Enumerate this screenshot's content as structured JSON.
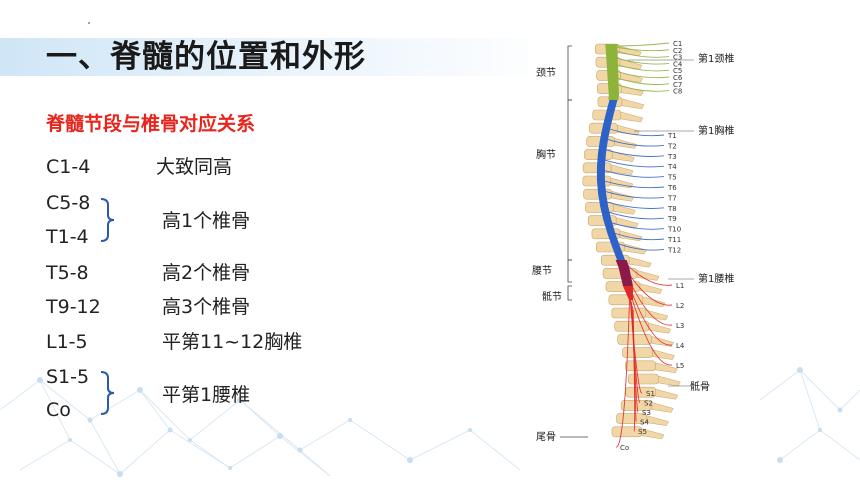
{
  "slide": {
    "title": "一、脊髓的位置和外形",
    "subtitle": "脊髓节段与椎骨对应关系",
    "rows": [
      {
        "code": "C1-4",
        "desc": "大致同高"
      },
      {
        "code": "C5-8",
        "desc": ""
      },
      {
        "code": "T1-4",
        "desc": ""
      },
      {
        "code": "T5-8",
        "desc": "高2个椎骨"
      },
      {
        "code": "T9-12",
        "desc": "高3个椎骨"
      },
      {
        "code": "L1-5",
        "desc": "平第11~12胸椎"
      },
      {
        "code": "S1-5",
        "desc": ""
      },
      {
        "code": "Co",
        "desc": ""
      }
    ],
    "brace_groups": [
      {
        "desc": "高1个椎骨"
      },
      {
        "desc": "平第1腰椎"
      }
    ]
  },
  "figure": {
    "left_labels": {
      "cervical": "颈节",
      "thoracic": "胸节",
      "lumbar": "腰节",
      "sacral": "骶节",
      "coccyx": "尾骨"
    },
    "right_labels": {
      "first_cervical": "第1颈椎",
      "first_thoracic": "第1胸椎",
      "first_lumbar": "第1腰椎",
      "sacrum": "骶骨"
    },
    "nerve_labels": {
      "cervical": [
        "C1",
        "C2",
        "C3",
        "C4",
        "C5",
        "C6",
        "C7",
        "C8"
      ],
      "thoracic": [
        "T1",
        "T2",
        "T3",
        "T4",
        "T5",
        "T6",
        "T7",
        "T8",
        "T9",
        "T10",
        "T11",
        "T12"
      ],
      "lumbar": [
        "L1",
        "L2",
        "L3",
        "L4",
        "L5"
      ],
      "sacral": [
        "S1",
        "S2",
        "S3",
        "S4",
        "S5"
      ],
      "coccygeal": [
        "Co"
      ]
    },
    "colors": {
      "cervical": "#8db33a",
      "thoracic": "#2f62c8",
      "lumbar": "#8b1a4a",
      "sacral": "#e02828",
      "bone": "#f1d7a7",
      "bone_edge": "#caa36a"
    }
  }
}
